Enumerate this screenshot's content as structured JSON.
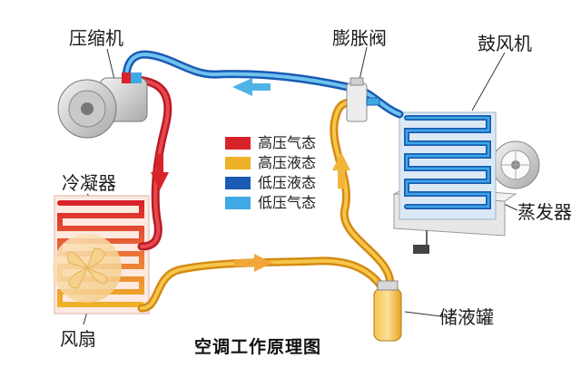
{
  "labels": {
    "compressor": "压缩机",
    "expansion_valve": "膨胀阀",
    "blower": "鼓风机",
    "condenser": "冷凝器",
    "evaporator": "蒸发器",
    "fan": "风扇",
    "receiver_drier": "储液罐",
    "title": "空调工作原理图"
  },
  "legend": [
    {
      "label": "高压气态",
      "color": "#d9232b"
    },
    {
      "label": "高压液态",
      "color": "#efb127"
    },
    {
      "label": "低压液态",
      "color": "#1a5bb4"
    },
    {
      "label": "低压气态",
      "color": "#3ea9e4"
    }
  ]
}
